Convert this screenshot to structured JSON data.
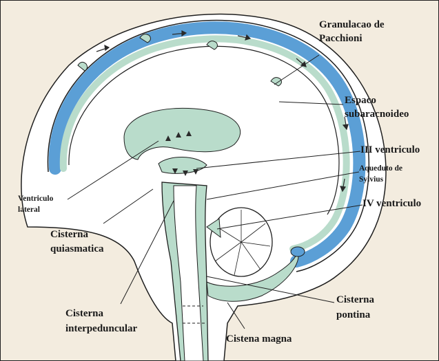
{
  "colors": {
    "background": "#f3ecdf",
    "skull_fill": "#ffffff",
    "outline": "#1e1e1e",
    "csf_green": "#b9dccb",
    "csf_blue": "#5b9fd6",
    "flow_arrows": "#2a2a2a"
  },
  "labels": {
    "granulacao_line1": "Granulacao de",
    "granulacao_line2": "Pacchioni",
    "espaco_line1": "Espaco",
    "espaco_line2": "subaracnoideo",
    "iii_ventriculo": "III ventriculo",
    "aqueduto_line1": "Aqueduto de",
    "aqueduto_line2": "Sylvius",
    "iv_ventriculo": "IV ventriculo",
    "ventriculo_lateral_line1": "Ventriculo",
    "ventriculo_lateral_line2": "lateral",
    "cisterna_quiasmatica_line1": "Cisterna",
    "cisterna_quiasmatica_line2": "quiasmatica",
    "cisterna_interpeduncular_line1": "Cisterna",
    "cisterna_interpeduncular_line2": "interpeduncular",
    "cisterna_pontina_line1": "Cisterna",
    "cisterna_pontina_line2": "pontina",
    "cistena_magna": "Cistena magna"
  }
}
